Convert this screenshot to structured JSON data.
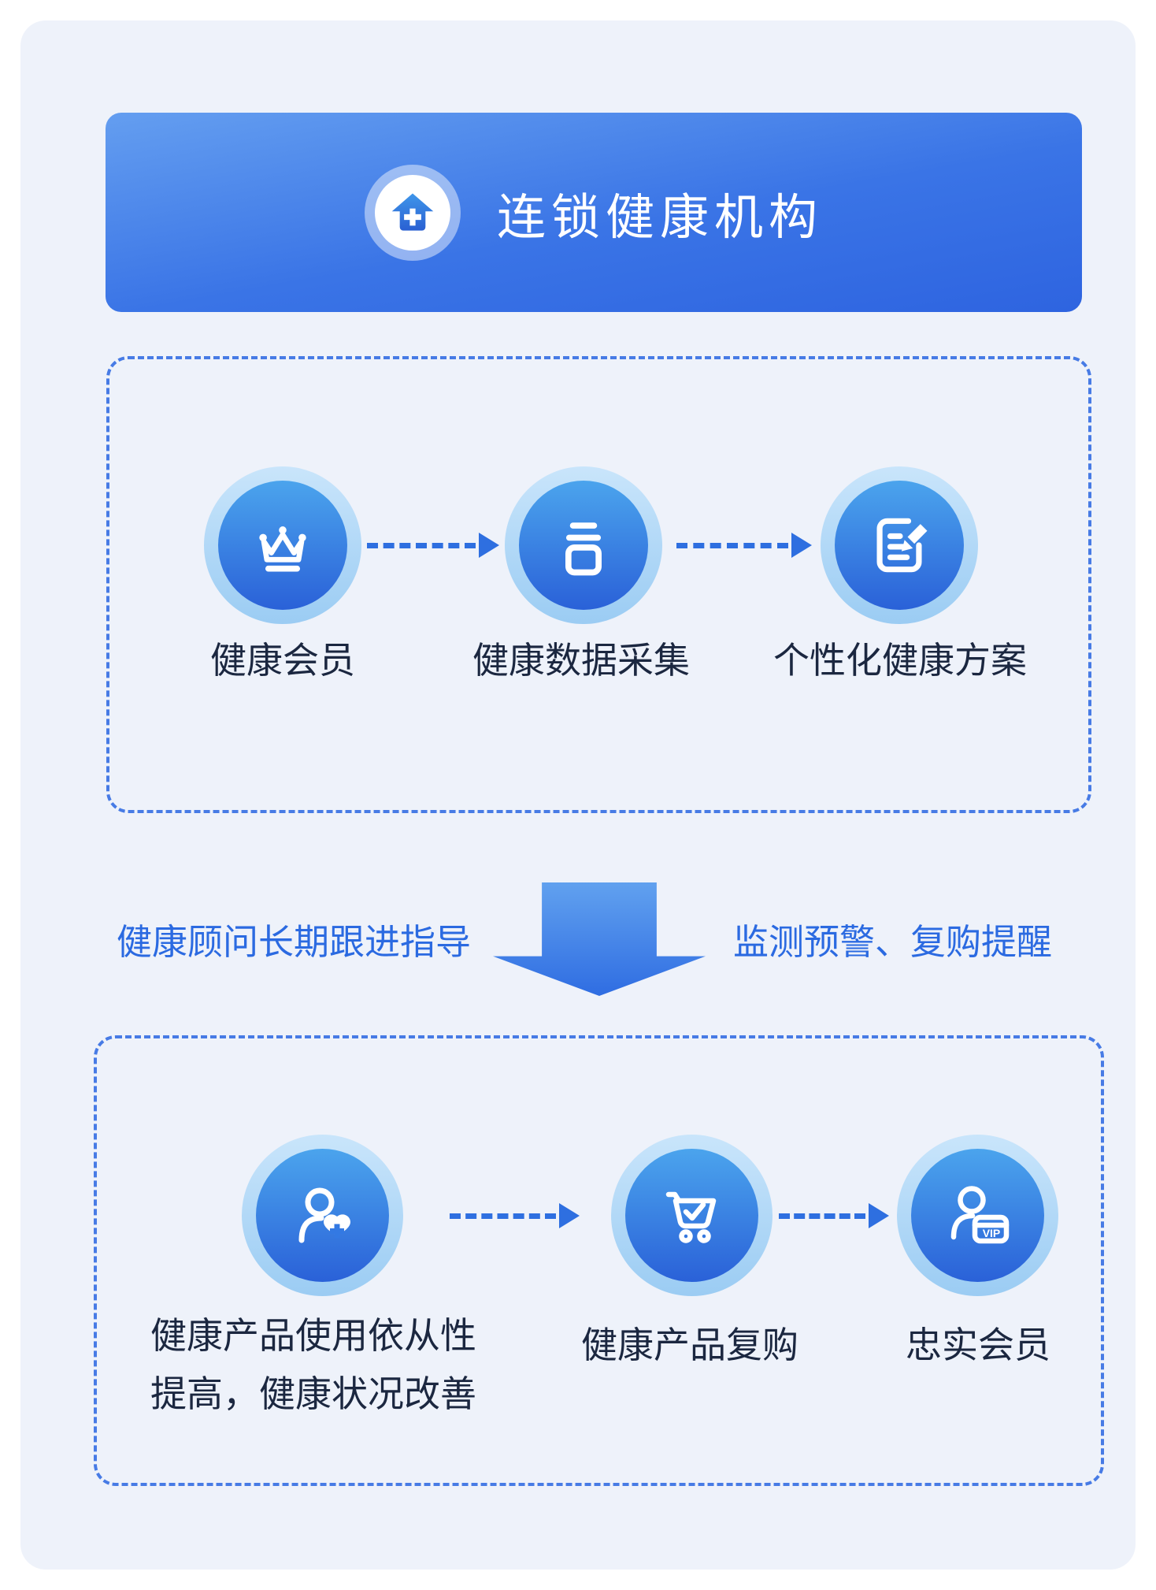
{
  "header": {
    "title": "连锁健康机构",
    "icon": "house-medical-icon"
  },
  "stage1": {
    "nodes": [
      {
        "label": "健康会员",
        "icon": "crown-icon"
      },
      {
        "label": "健康数据采集",
        "icon": "data-collect-icon"
      },
      {
        "label": "个性化健康方案",
        "icon": "edit-plan-icon"
      }
    ]
  },
  "transition": {
    "left_note": "健康顾问长期跟进指导",
    "right_note": "监测预警、复购提醒"
  },
  "stage2": {
    "nodes": [
      {
        "label_line1": "健康产品使用依从性",
        "label_line2": "提高，健康状况改善",
        "icon": "user-heart-icon"
      },
      {
        "label": "健康产品复购",
        "icon": "cart-check-icon"
      },
      {
        "label": "忠实会员",
        "icon": "vip-member-icon",
        "badge": "VIP"
      }
    ]
  },
  "theme": {
    "banner_gradient_top": "#649EF0",
    "banner_gradient_bottom": "#2E64E0",
    "node_ring": "#9BCCF3",
    "node_gradient_top": "#4BA4ED",
    "node_gradient_bottom": "#2A61D8",
    "dashed_border": "#477BE5",
    "connector": "#2E6FE0",
    "label_text": "#1B2740",
    "note_text": "#2B6AE1",
    "card_background": "#EEF2FA"
  }
}
